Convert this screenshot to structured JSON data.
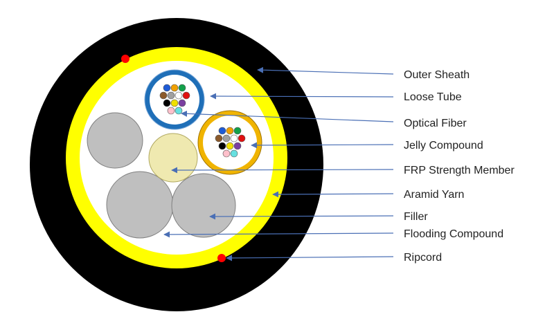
{
  "diagram": {
    "labels": {
      "outer_sheath": "Outer Sheath",
      "loose_tube": "Loose Tube",
      "optical_fiber": "Optical Fiber",
      "jelly_compound": "Jelly Compound",
      "frp_strength_member": "FRP Strength Member",
      "aramid_yarn": "Aramid Yarn",
      "filler": "Filler",
      "flooding_compound": "Flooding Compound",
      "ripcord": "Ripcord"
    },
    "colors": {
      "outer_sheath": "#000000",
      "aramid_yarn": "#ffff00",
      "flooding_compound": "#ffffff",
      "loose_tube_blue": "#1f6fb8",
      "loose_tube_orange": "#f0b400",
      "frp_strength_member": "#efe9b0",
      "filler": "#bfbfbf",
      "ripcord": "#ff0000",
      "leader_line": "#4a6fb5",
      "fiber_colors": [
        "#1e5bd6",
        "#f0a000",
        "#13a04a",
        "#8b5a2b",
        "#a0a0a0",
        "#ffffff",
        "#e01010",
        "#000000",
        "#f0e000",
        "#7a3fa0",
        "#ffc0cb",
        "#66e0e0"
      ]
    }
  }
}
